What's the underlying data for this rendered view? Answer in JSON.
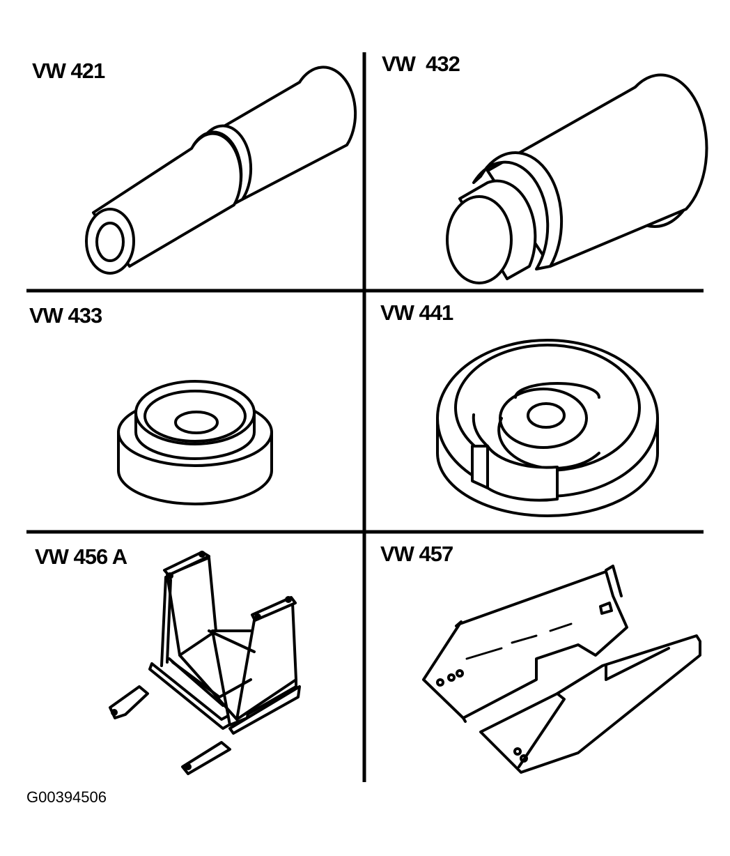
{
  "tools": [
    {
      "id": "vw421",
      "label": "VW 421"
    },
    {
      "id": "vw432",
      "label": "VW  432"
    },
    {
      "id": "vw433",
      "label": "VW 433"
    },
    {
      "id": "vw441",
      "label": "VW 441"
    },
    {
      "id": "vw456a",
      "label": "VW 456 A"
    },
    {
      "id": "vw457",
      "label": "VW 457"
    }
  ],
  "figure_id": "G00394506"
}
